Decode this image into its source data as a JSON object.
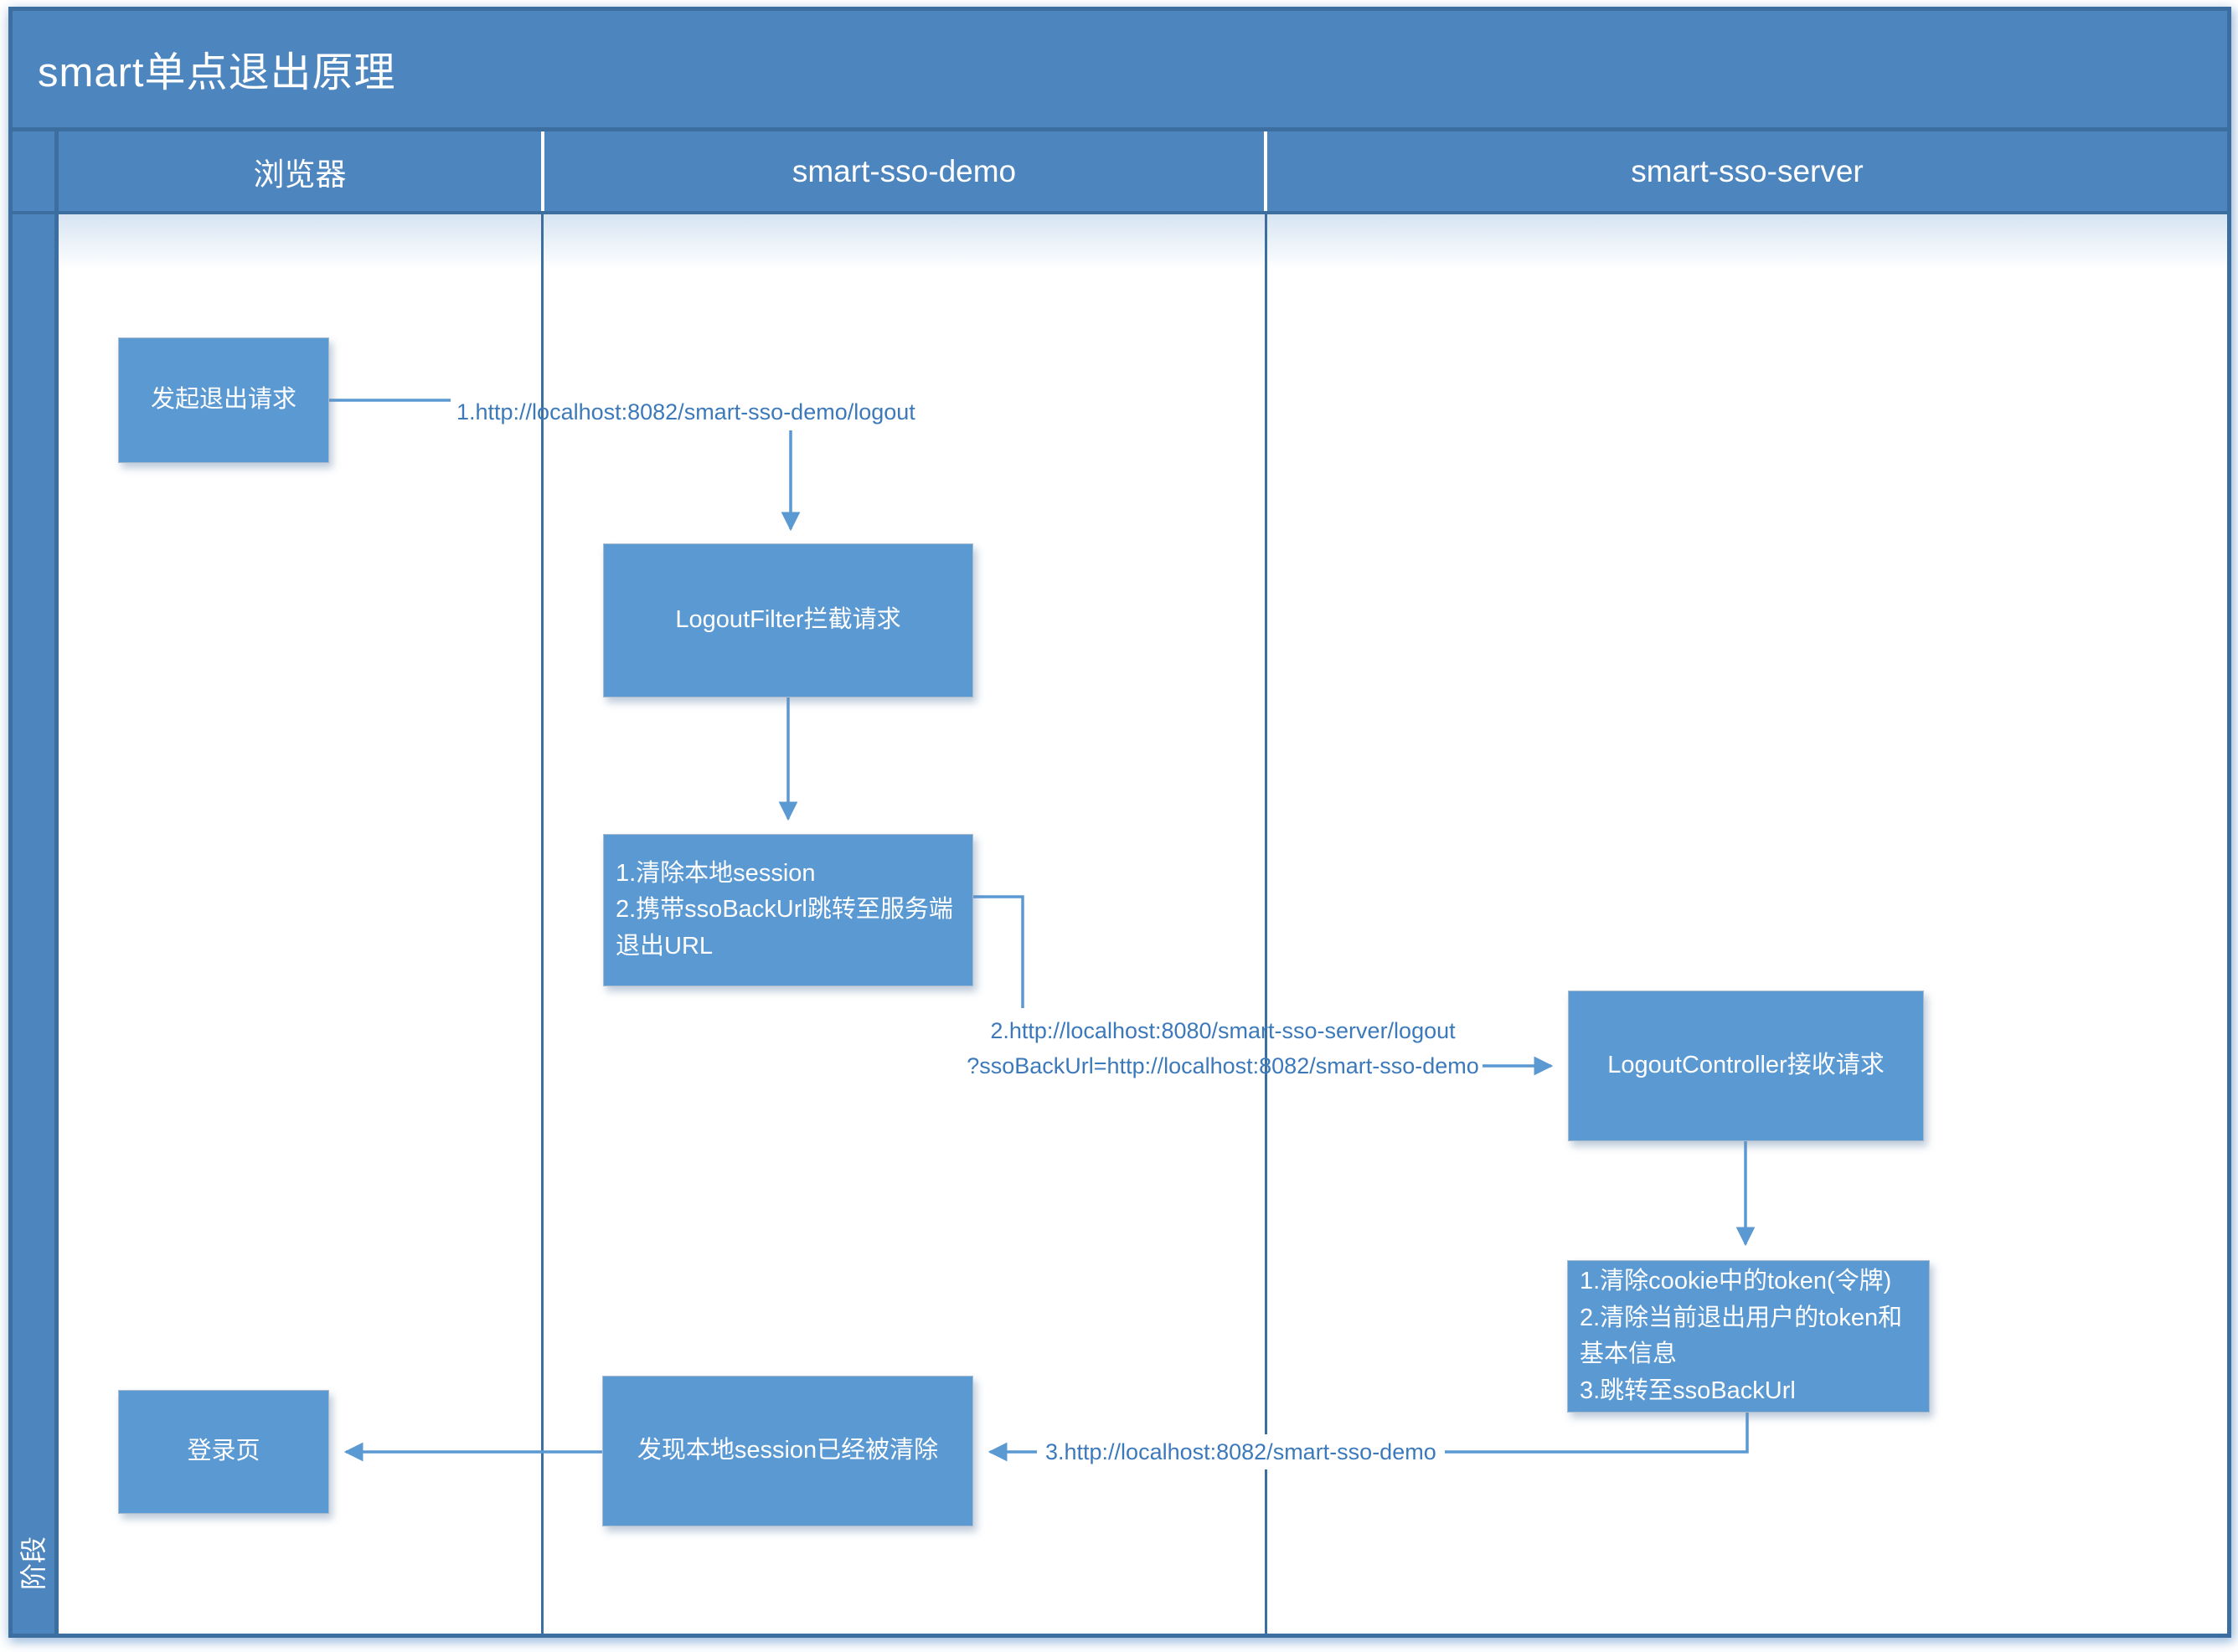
{
  "title": "smart单点退出原理",
  "phase": {
    "label": "阶段"
  },
  "lanes": [
    {
      "label": "浏览器"
    },
    {
      "label": "smart-sso-demo"
    },
    {
      "label": "smart-sso-server"
    }
  ],
  "nodes": {
    "logout_request": "发起退出请求",
    "logout_filter": "LogoutFilter拦截请求",
    "clear_session": [
      "1.清除本地session",
      "2.携带ssoBackUrl跳转至服务端退出URL"
    ],
    "logout_controller": "LogoutController接收请求",
    "clear_token": [
      "1.清除cookie中的token(令牌)",
      "2.清除当前退出用户的token和基本信息",
      "3.跳转至ssoBackUrl"
    ],
    "login_page": "登录页",
    "session_cleared": "发现本地session已经被清除"
  },
  "edges": {
    "step1": "1.http://localhost:8082/smart-sso-demo/logout",
    "step2": [
      "2.http://localhost:8080/smart-sso-server/logout",
      "?ssoBackUrl=http://localhost:8082/smart-sso-demo"
    ],
    "step3": "3.http://localhost:8082/smart-sso-demo"
  },
  "colors": {
    "brand_blue": "#4d86be",
    "box_blue": "#5b99d3",
    "dark_line": "#3c6e9f",
    "label_blue": "#3c79bb",
    "text_white": "#ffffff"
  }
}
